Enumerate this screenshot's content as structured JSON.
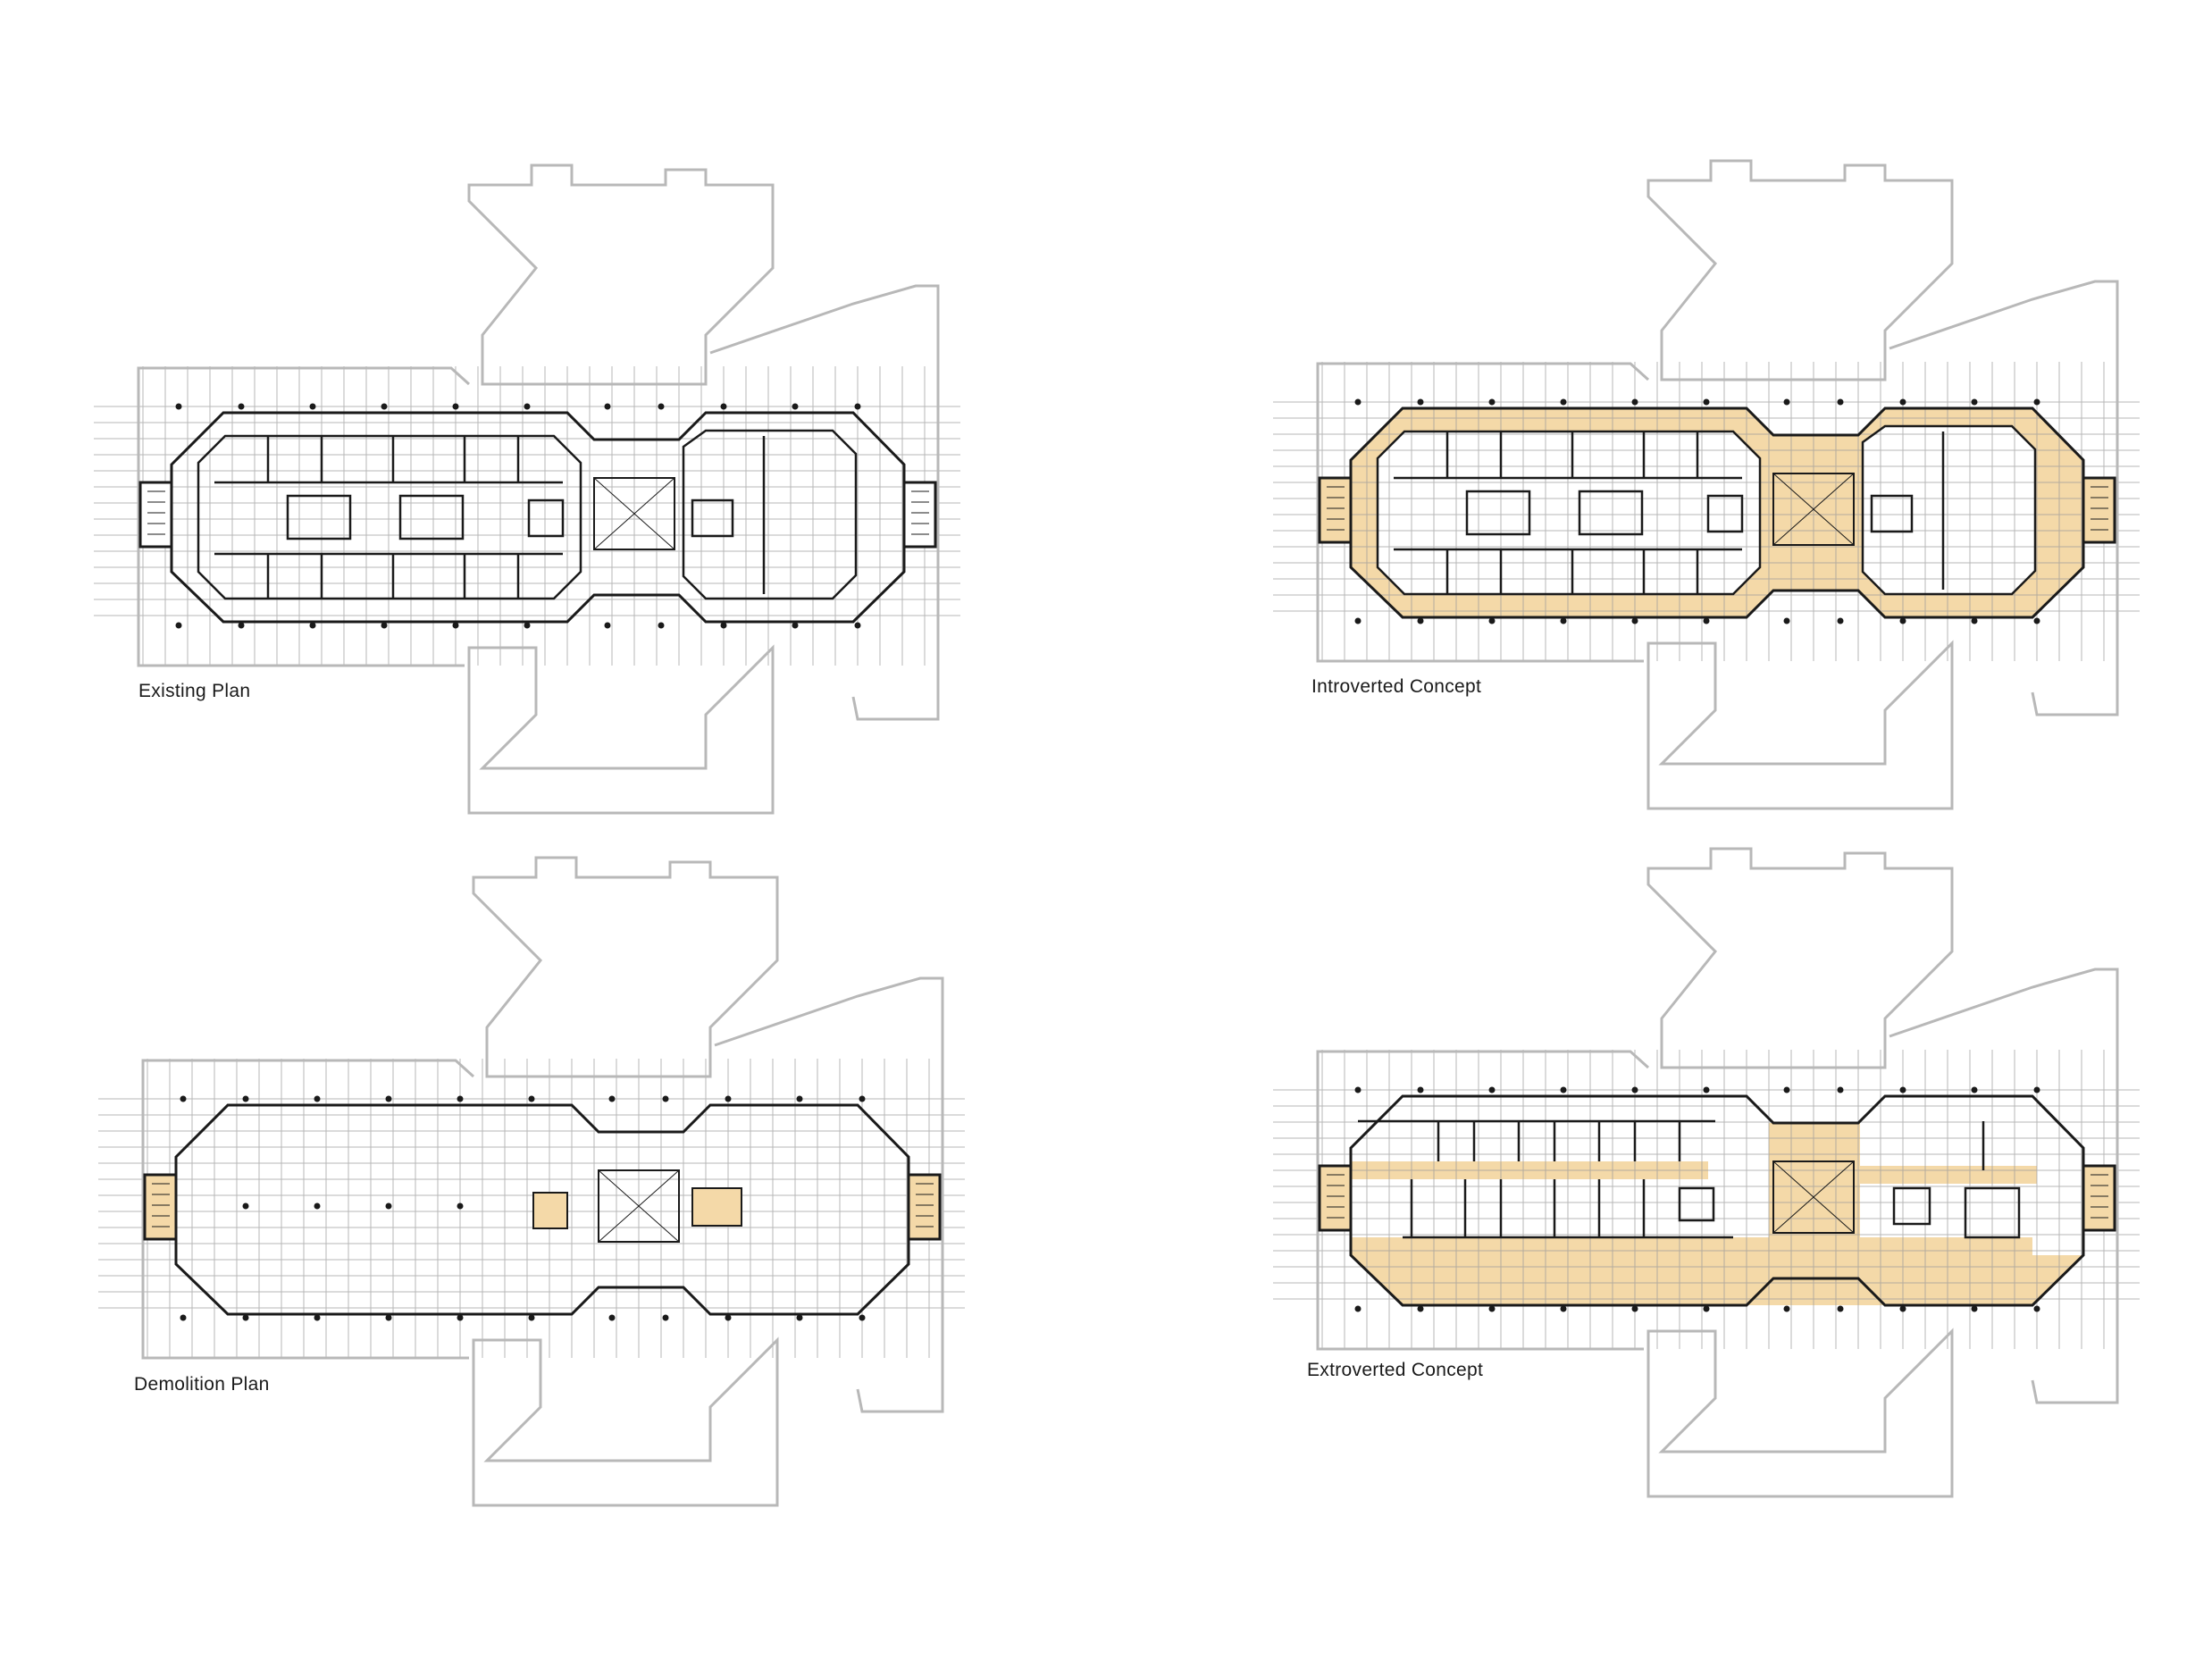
{
  "colors": {
    "background": "#ffffff",
    "grid": "#9a9a9a",
    "outline": "#b8b8b8",
    "wall": "#1a1a1a",
    "highlight": "#f4d9a8",
    "label": "#1a1a1a"
  },
  "plans": [
    {
      "id": "existing",
      "label": "Existing Plan",
      "variant": "existing"
    },
    {
      "id": "introverted",
      "label": "Introverted Concept",
      "variant": "introverted"
    },
    {
      "id": "demolition",
      "label": "Demolition Plan",
      "variant": "demolition"
    },
    {
      "id": "extroverted",
      "label": "Extroverted Concept",
      "variant": "extroverted"
    }
  ]
}
